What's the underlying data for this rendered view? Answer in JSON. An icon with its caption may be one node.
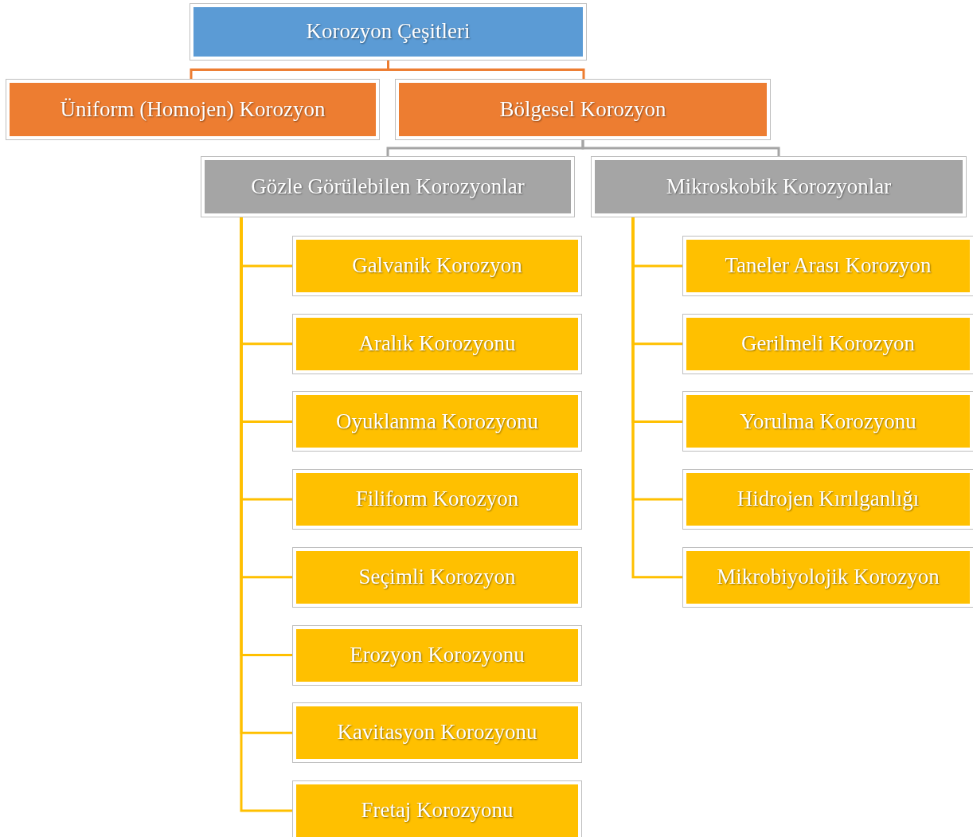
{
  "diagram": {
    "nodes": [
      {
        "text": [
          "Korozyon Çeşitleri"
        ]
      },
      {
        "text": [
          "Üniform (Homojen) Korozyon"
        ]
      },
      {
        "text": [
          "Bölgesel Korozyon"
        ]
      },
      {
        "text": [
          "Gözle Görülebilen Korozyonlar"
        ]
      },
      {
        "text": [
          "Mikroskobik Korozyonlar"
        ]
      },
      {
        "text": [
          "Galvanik Korozyon"
        ]
      },
      {
        "text": [
          "Aralık Korozyonu"
        ]
      },
      {
        "text": [
          "Oyuklanma Korozyonu"
        ]
      },
      {
        "text": [
          "Filiform Korozyon"
        ]
      },
      {
        "text": [
          "Seçimli Korozyon"
        ]
      },
      {
        "text": [
          "Erozyon Korozyonu"
        ]
      },
      {
        "text": [
          "Kavitasyon Korozyonu"
        ]
      },
      {
        "text": [
          "Fretaj Korozyonu"
        ]
      },
      {
        "text": [
          "Taneler Arası Korozyon"
        ]
      },
      {
        "text": [
          "Gerilmeli Korozyon"
        ]
      },
      {
        "text": [
          "Yorulma Korozyonu"
        ]
      },
      {
        "text": [
          "Hidrojen Kırılganlığı"
        ]
      },
      {
        "text": [
          "Mikrobiyolojik Korozyon"
        ]
      }
    ],
    "edges": [
      {
        "from": 0,
        "to": 1,
        "arrow": "none",
        "color": "#ed7d31"
      },
      {
        "from": 0,
        "to": 2,
        "arrow": "none",
        "color": "#ed7d31"
      },
      {
        "from": 2,
        "to": 3,
        "arrow": "none",
        "color": "#a5a5a5"
      },
      {
        "from": 2,
        "to": 4,
        "arrow": "none",
        "color": "#a5a5a5"
      },
      {
        "from": 3,
        "to": 5,
        "arrow": "none"
      },
      {
        "from": 3,
        "to": 6,
        "arrow": "none"
      },
      {
        "from": 3,
        "to": 7,
        "arrow": "none"
      },
      {
        "from": 3,
        "to": 8,
        "arrow": "none"
      },
      {
        "from": 3,
        "to": 9,
        "arrow": "none"
      },
      {
        "from": 3,
        "to": 10,
        "arrow": "none"
      },
      {
        "from": 3,
        "to": 11,
        "arrow": "none"
      },
      {
        "from": 3,
        "to": 12,
        "arrow": "none"
      },
      {
        "from": 4,
        "to": 13,
        "arrow": "none"
      },
      {
        "from": 4,
        "to": 14,
        "arrow": "none"
      },
      {
        "from": 4,
        "to": 15,
        "arrow": "none"
      },
      {
        "from": 4,
        "to": 16,
        "arrow": "none"
      },
      {
        "from": 4,
        "to": 17,
        "arrow": "none"
      }
    ]
  }
}
